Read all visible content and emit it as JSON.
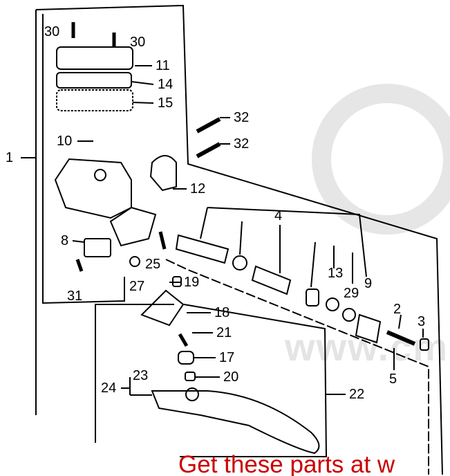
{
  "watermark": "www.cm",
  "promo": "Get these parts at w",
  "callouts": [
    "30",
    "30",
    "11",
    "14",
    "15",
    "32",
    "32",
    "10",
    "1",
    "12",
    "4",
    "8",
    "13",
    "25",
    "9",
    "29",
    "27",
    "19",
    "31",
    "2",
    "18",
    "3",
    "21",
    "17",
    "5",
    "23",
    "20",
    "24",
    "22"
  ]
}
